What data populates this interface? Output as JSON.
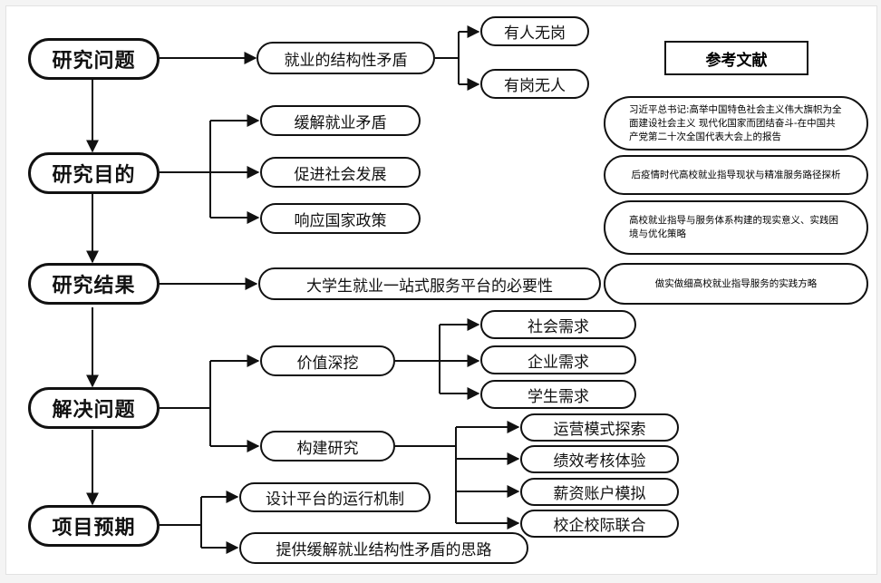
{
  "main_nodes": [
    "研究问题",
    "研究目的",
    "研究结果",
    "解决问题",
    "项目预期"
  ],
  "problem": {
    "label": "就业的结构性矛盾",
    "children": [
      "有人无岗",
      "有岗无人"
    ]
  },
  "purposes": [
    "缓解就业矛盾",
    "促进社会发展",
    "响应国家政策"
  ],
  "result": "大学生就业一站式服务平台的必要性",
  "solutions": {
    "value": {
      "label": "价值深挖",
      "children": [
        "社会需求",
        "企业需求",
        "学生需求"
      ]
    },
    "build": {
      "label": "构建研究",
      "children": [
        "运营模式探索",
        "绩效考核体验",
        "薪资账户模拟",
        "校企校际联合"
      ]
    }
  },
  "expectations": [
    "设计平台的运行机制",
    "提供缓解就业结构性矛盾的思路"
  ],
  "references": {
    "title": "参考文献",
    "items": [
      "习近平总书记:高举中国特色社会主义伟大旗帜为全面建设社会主义 现代化国家而团结奋斗-在中国共产党第二十次全国代表大会上的报告",
      "后疫情时代高校就业指导现状与精准服务路径探析",
      "高校就业指导与服务体系构建的现实意义、实践困境与优化策略",
      "做实做细高校就业指导服务的实践方略"
    ]
  }
}
